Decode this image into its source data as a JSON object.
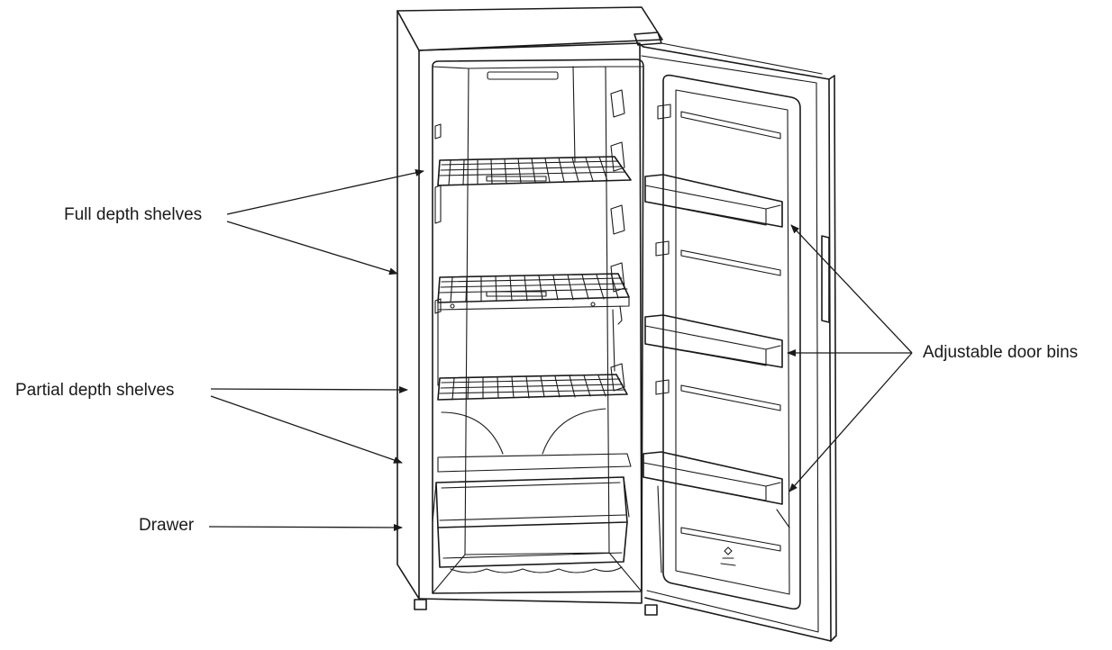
{
  "labels": {
    "full_depth": "Full depth shelves",
    "partial_depth": "Partial depth shelves",
    "drawer": "Drawer",
    "door_bins": "Adjustable door bins"
  },
  "icons": [
    "refrigerator-diagram",
    "pointer-arrow"
  ],
  "colors": {
    "line": "#1a1a1a",
    "background": "#ffffff"
  }
}
